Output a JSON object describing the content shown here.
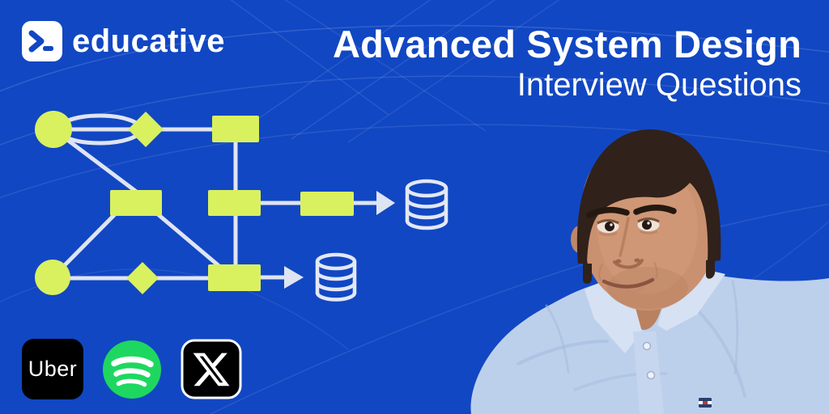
{
  "background": {
    "color": "#1147c3",
    "pattern": "faint curved mesh lines",
    "pattern_color": "#ffffff"
  },
  "brand": {
    "name": "educative",
    "icon": "terminal-prompt-icon",
    "icon_bg": "#ffffff",
    "icon_glyph_color": "#1147c3"
  },
  "title": {
    "line1": "Advanced System Design",
    "line2": "Interview Questions"
  },
  "diagram": {
    "type": "flowchart",
    "node_fill": "#d9f15e",
    "connector_color": "#dfe4f2",
    "nodes": [
      {
        "id": "circle-top",
        "shape": "circle"
      },
      {
        "id": "diamond-top",
        "shape": "diamond"
      },
      {
        "id": "rect-top",
        "shape": "rectangle"
      },
      {
        "id": "rect-mid-left",
        "shape": "rectangle"
      },
      {
        "id": "rect-mid-center",
        "shape": "rectangle"
      },
      {
        "id": "rect-mid-right",
        "shape": "rectangle"
      },
      {
        "id": "rect-bottom",
        "shape": "rectangle"
      },
      {
        "id": "circle-bottom",
        "shape": "circle"
      },
      {
        "id": "diamond-bottom",
        "shape": "diamond"
      },
      {
        "id": "database-top",
        "shape": "database-cylinder"
      },
      {
        "id": "database-bottom",
        "shape": "database-cylinder"
      }
    ],
    "edges": [
      "circle-top to diamond-top (triple ellipse link)",
      "diamond-top to rect-top",
      "circle-top to rect-mid-left",
      "rect-top to rect-mid-center",
      "rect-mid-left to circle-bottom",
      "rect-mid-left to rect-bottom",
      "rect-mid-center to rect-mid-right",
      "rect-mid-center to rect-bottom",
      "rect-mid-right to database-top (arrow)",
      "circle-bottom to diamond-bottom",
      "diamond-bottom to rect-bottom",
      "rect-bottom to database-bottom (arrow)"
    ]
  },
  "company_logos": [
    {
      "name": "uber",
      "label": "Uber",
      "background": "#000000",
      "text_color": "#ffffff"
    },
    {
      "name": "spotify",
      "icon": "spotify-icon",
      "background": "#1ed760",
      "glyph_color": "#ffffff"
    },
    {
      "name": "x",
      "icon": "x-logo-icon",
      "background": "#000000",
      "glyph_color": "#ffffff",
      "border_color": "#ffffff"
    }
  ],
  "portrait": {
    "subject": "man with short dark hair wearing a light blue polo shirt",
    "shirt_color": "#bdd0eb",
    "skin_tone": "#ca9170",
    "hair_color": "#30211a"
  }
}
